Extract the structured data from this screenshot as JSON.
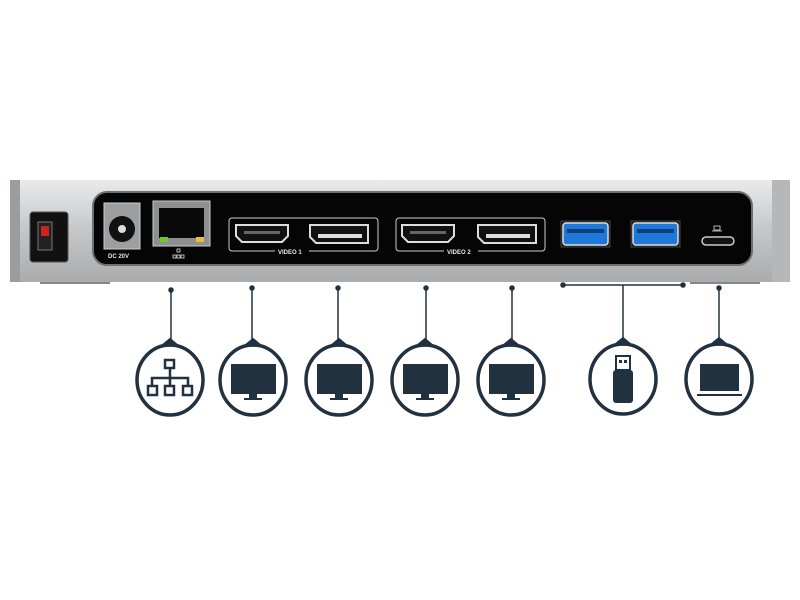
{
  "device": {
    "labels": {
      "dc_in": "DC 20V",
      "video1": "VIDEO 1",
      "video2": "VIDEO 2"
    },
    "ports": [
      "power-switch",
      "dc-in",
      "ethernet",
      "hdmi-1",
      "displayport-1",
      "hdmi-2",
      "displayport-2",
      "usb-a-1",
      "usb-a-2",
      "usb-c-host"
    ]
  },
  "callouts": [
    {
      "icon": "network-icon"
    },
    {
      "icon": "monitor-icon"
    },
    {
      "icon": "monitor-icon"
    },
    {
      "icon": "monitor-icon"
    },
    {
      "icon": "monitor-icon"
    },
    {
      "icon": "usb-drive-icon"
    },
    {
      "icon": "laptop-icon"
    }
  ],
  "colors": {
    "icon": "#22313f",
    "usb_blue": "#1e78d8",
    "body_silver": "#c9cbcd",
    "panel": "#050505"
  }
}
